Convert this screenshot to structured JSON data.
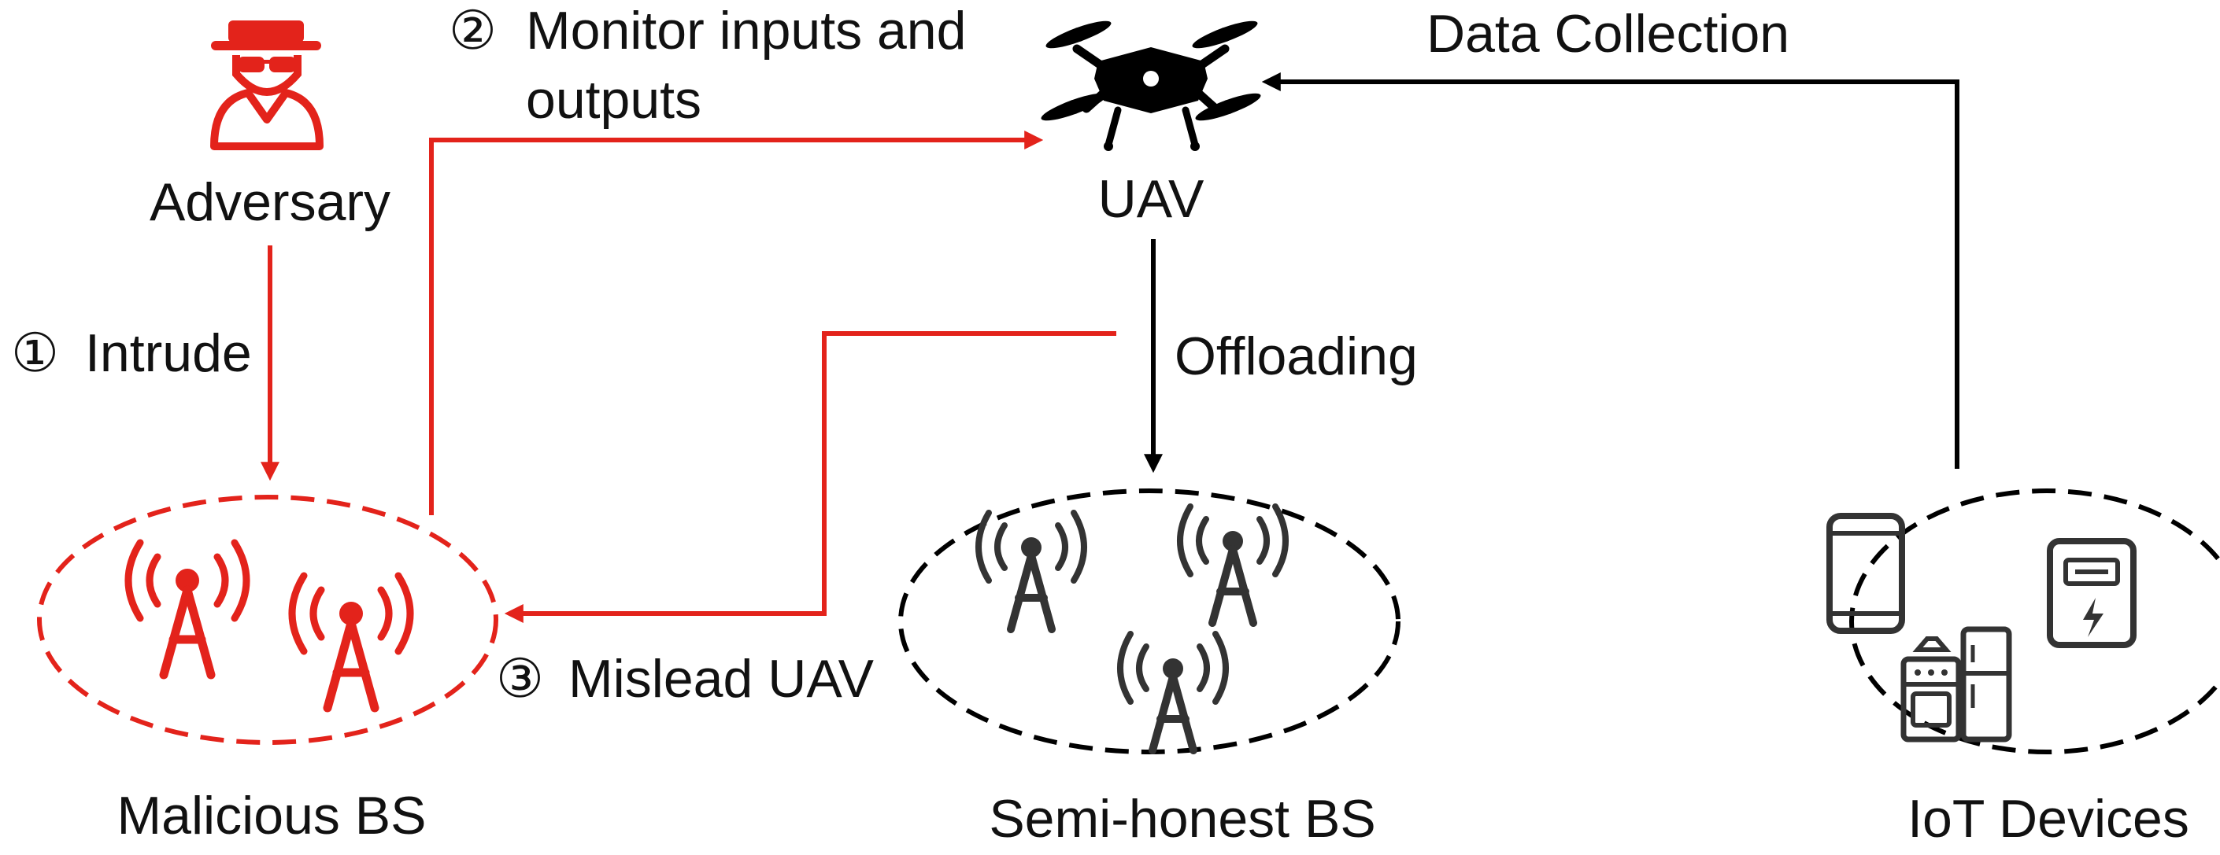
{
  "nodes": {
    "adversary": {
      "label": "Adversary",
      "icon": "adversary-icon"
    },
    "uav": {
      "label": "UAV",
      "icon": "drone-icon"
    },
    "malicious_bs": {
      "label": "Malicious BS",
      "icon": "cell-tower-icon"
    },
    "semi_honest_bs": {
      "label": "Semi-honest BS",
      "icon": "cell-tower-icon"
    },
    "iot_devices": {
      "label": "IoT Devices",
      "icons": [
        "smartphone-icon",
        "stove-icon",
        "refrigerator-icon",
        "smart-meter-icon"
      ]
    }
  },
  "edges": {
    "intrude": {
      "marker": "①",
      "label": "Intrude"
    },
    "monitor": {
      "marker": "②",
      "label_line1": "Monitor inputs and",
      "label_line2": "outputs"
    },
    "mislead": {
      "marker": "③",
      "label": "Mislead UAV"
    },
    "offloading": {
      "label": "Offloading"
    },
    "data_collection": {
      "label": "Data Collection"
    }
  },
  "colors": {
    "attack": "#e3231b",
    "normal": "#000000",
    "device": "#333333"
  }
}
